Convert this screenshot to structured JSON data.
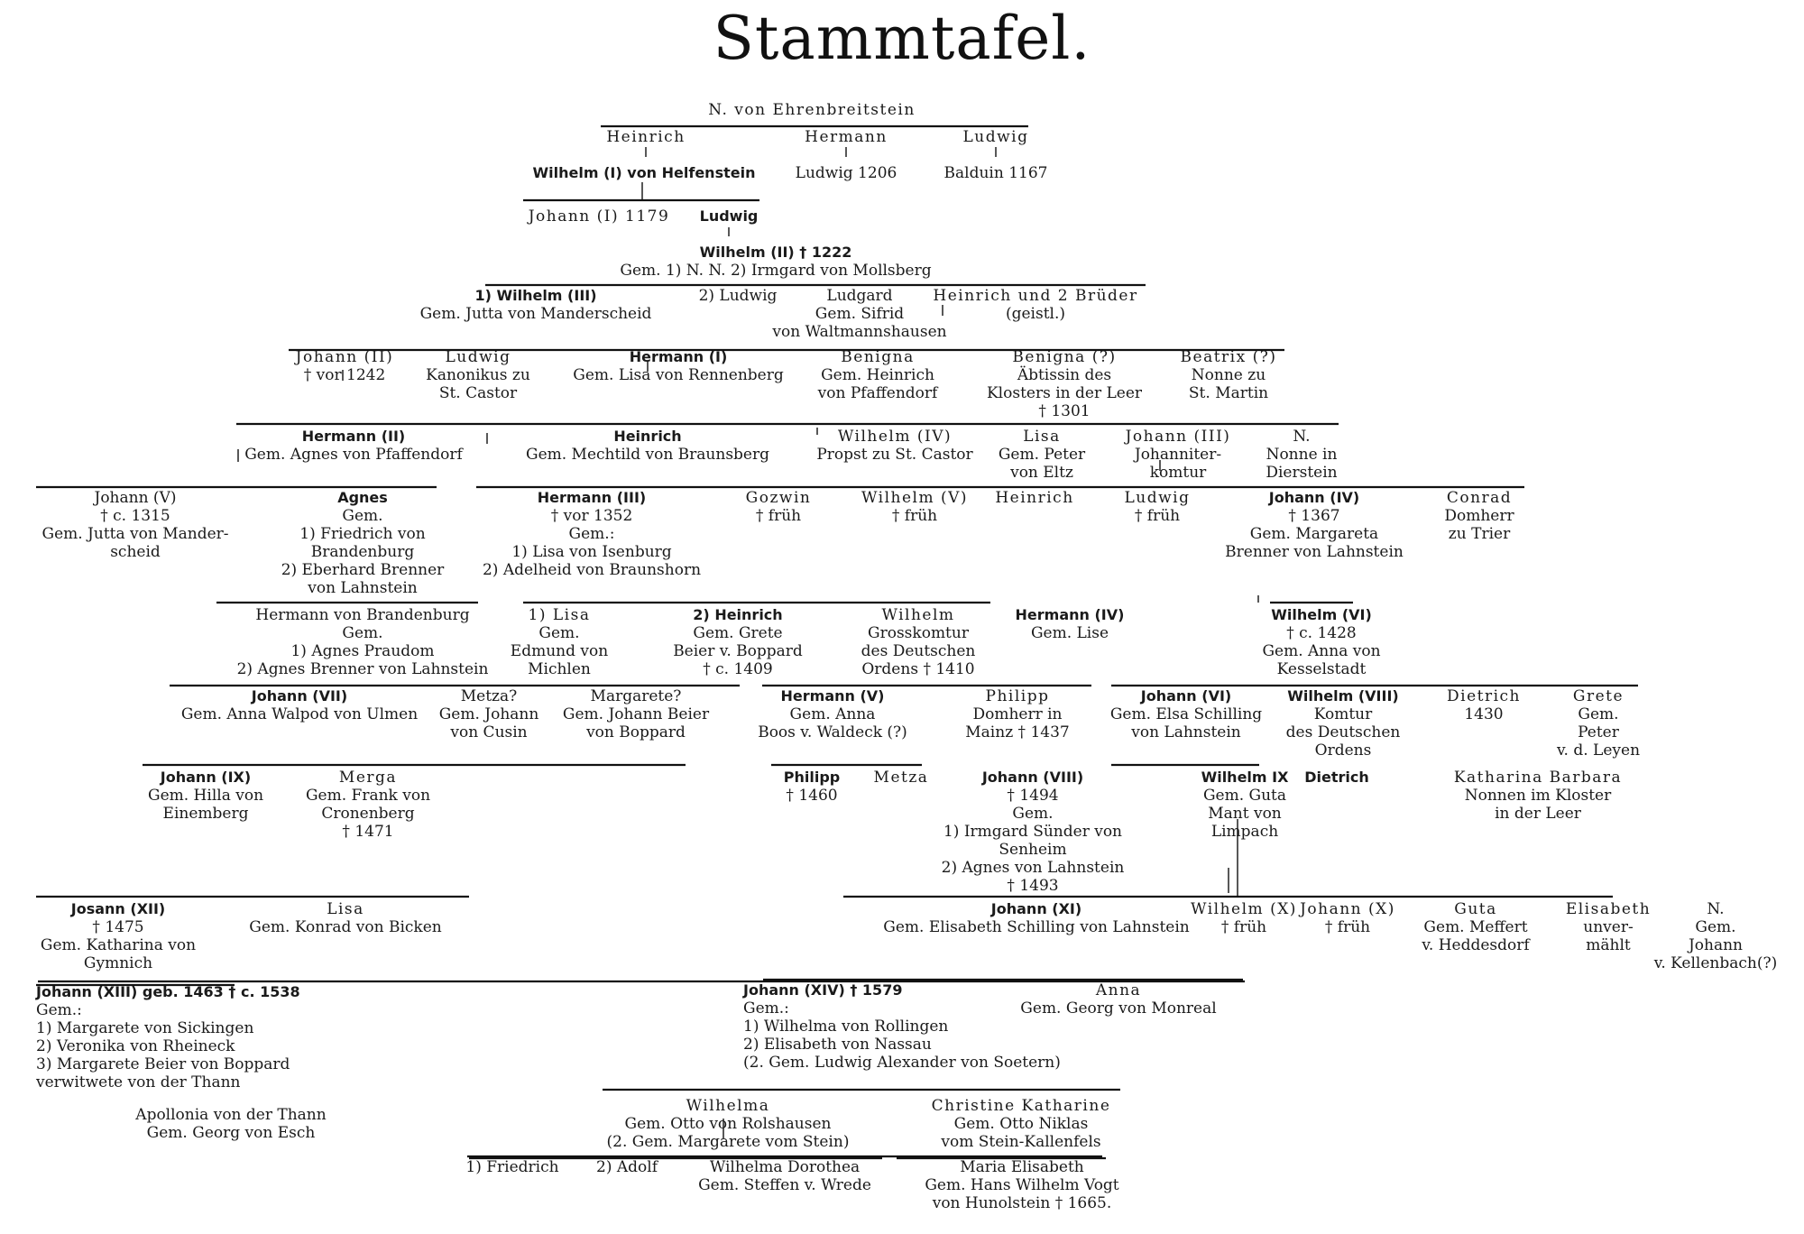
{
  "title": "Stammtafel.",
  "nodes": [
    {
      "lines": [
        "N. von Ehrenbreitstein"
      ],
      "sp": [
        0
      ]
    },
    {
      "lines": [
        "Heinrich"
      ],
      "sp": [
        0
      ]
    },
    {
      "lines": [
        "Hermann"
      ],
      "sp": [
        0
      ]
    },
    {
      "lines": [
        "Ludwig"
      ],
      "sp": [
        0
      ]
    },
    {
      "lines": [
        "Wilhelm (I) von Helfenstein"
      ],
      "bold": [
        0
      ]
    },
    {
      "lines": [
        "Ludwig 1206"
      ]
    },
    {
      "lines": [
        "Balduin 1167"
      ]
    },
    {
      "lines": [
        "Johann (I) 1179"
      ],
      "sp": [
        0
      ]
    },
    {
      "lines": [
        "Ludwig"
      ],
      "bold": [
        0
      ]
    },
    {
      "lines": [
        "Wilhelm (II) † 1222"
      ],
      "bold": [
        0
      ]
    },
    {
      "lines": [
        "Gem. 1) N. N.    2) Irmgard von Mollsberg"
      ]
    },
    {
      "lines": [
        "1) Wilhelm (III)",
        "Gem. Jutta von Manderscheid"
      ],
      "bold": [
        0
      ]
    },
    {
      "lines": [
        "2) Ludwig"
      ]
    },
    {
      "lines": [
        "Ludgard",
        "Gem. Sifrid",
        "von Waltmannshausen"
      ]
    },
    {
      "lines": [
        "Heinrich und 2 Brüder",
        "(geistl.)"
      ],
      "sp": [
        0
      ]
    },
    {
      "lines": [
        "Johann (II)",
        "† vor 1242"
      ],
      "sp": [
        0
      ]
    },
    {
      "lines": [
        "Ludwig",
        "Kanonikus zu",
        "St. Castor"
      ],
      "sp": [
        0
      ]
    },
    {
      "lines": [
        "Hermann (I)",
        "Gem. Lisa von Rennenberg"
      ],
      "bold": [
        0
      ]
    },
    {
      "lines": [
        "Benigna",
        "Gem. Heinrich",
        "von Pfaffendorf"
      ],
      "sp": [
        0
      ]
    },
    {
      "lines": [
        "Benigna (?)",
        "Äbtissin des",
        "Klosters in der Leer",
        "† 1301"
      ],
      "sp": [
        0
      ]
    },
    {
      "lines": [
        "Beatrix (?)",
        "Nonne zu",
        "St. Martin"
      ],
      "sp": [
        0
      ]
    },
    {
      "lines": [
        "Hermann (II)",
        "Gem. Agnes von Pfaffendorf"
      ],
      "bold": [
        0
      ]
    },
    {
      "lines": [
        "Heinrich",
        "Gem. Mechtild von Braunsberg"
      ],
      "bold": [
        0
      ]
    },
    {
      "lines": [
        "Wilhelm (IV)",
        "Propst zu St. Castor"
      ],
      "sp": [
        0
      ]
    },
    {
      "lines": [
        "Lisa",
        "Gem. Peter",
        "von Eltz"
      ],
      "sp": [
        0
      ]
    },
    {
      "lines": [
        "Johann (III)",
        "Johanniter-",
        "komtur"
      ],
      "sp": [
        0
      ]
    },
    {
      "lines": [
        "N.",
        "Nonne in",
        "Dierstein"
      ]
    },
    {
      "lines": [
        "Johann (V)",
        "† c. 1315",
        "Gem. Jutta von Mander-",
        "scheid"
      ]
    },
    {
      "lines": [
        "Agnes",
        "Gem.",
        "1) Friedrich von",
        "Brandenburg",
        "2) Eberhard Brenner",
        "von Lahnstein"
      ],
      "bold": [
        0
      ]
    },
    {
      "lines": [
        "Hermann (III)",
        "† vor 1352",
        "Gem.:",
        "1) Lisa von Isenburg",
        "2) Adelheid von Braunshorn"
      ],
      "bold": [
        0
      ]
    },
    {
      "lines": [
        "Gozwin",
        "† früh"
      ],
      "sp": [
        0
      ]
    },
    {
      "lines": [
        "Wilhelm (V)",
        "† früh"
      ],
      "sp": [
        0
      ]
    },
    {
      "lines": [
        "Heinrich"
      ],
      "sp": [
        0
      ]
    },
    {
      "lines": [
        "Ludwig",
        "† früh"
      ],
      "sp": [
        0
      ]
    },
    {
      "lines": [
        "Johann (IV)",
        "† 1367",
        "Gem. Margareta",
        "Brenner von Lahnstein"
      ],
      "bold": [
        0
      ]
    },
    {
      "lines": [
        "Conrad",
        "Domherr",
        "zu Trier"
      ],
      "sp": [
        0
      ]
    },
    {
      "lines": [
        "Hermann von Brandenburg",
        "Gem.",
        "1) Agnes Praudom",
        "2) Agnes Brenner von Lahnstein"
      ]
    },
    {
      "lines": [
        "1) Lisa",
        "Gem.",
        "Edmund von",
        "Michlen"
      ],
      "sp": [
        0
      ]
    },
    {
      "lines": [
        "2) Heinrich",
        "Gem. Grete",
        "Beier v. Boppard",
        "† c. 1409"
      ],
      "bold": [
        0
      ]
    },
    {
      "lines": [
        "Wilhelm",
        "Grosskomtur",
        "des Deutschen",
        "Ordens † 1410"
      ],
      "sp": [
        0
      ]
    },
    {
      "lines": [
        "Hermann (IV)",
        "Gem. Lise"
      ],
      "bold": [
        0
      ]
    },
    {
      "lines": [
        "Wilhelm (VI)",
        "† c. 1428",
        "Gem. Anna von",
        "Kesselstadt"
      ],
      "bold": [
        0
      ]
    },
    {
      "lines": [
        "Johann (VII)",
        "Gem. Anna Walpod von Ulmen"
      ],
      "bold": [
        0
      ]
    },
    {
      "lines": [
        "Metza?",
        "Gem. Johann",
        "von Cusin"
      ]
    },
    {
      "lines": [
        "Margarete?",
        "Gem. Johann Beier",
        "von Boppard"
      ]
    },
    {
      "lines": [
        "Hermann (V)",
        "Gem. Anna",
        "Boos v. Waldeck (?)"
      ],
      "bold": [
        0
      ]
    },
    {
      "lines": [
        "Philipp",
        "Domherr in",
        "Mainz † 1437"
      ],
      "sp": [
        0
      ]
    },
    {
      "lines": [
        "Johann (VI)",
        "Gem. Elsa Schilling",
        "von Lahnstein"
      ],
      "bold": [
        0
      ]
    },
    {
      "lines": [
        "Wilhelm (VIII)",
        "Komtur",
        "des Deutschen",
        "Ordens"
      ],
      "bold": [
        0
      ]
    },
    {
      "lines": [
        "Dietrich",
        "1430"
      ],
      "sp": [
        0
      ]
    },
    {
      "lines": [
        "Grete",
        "Gem.",
        "Peter",
        "v. d. Leyen"
      ],
      "sp": [
        0
      ]
    },
    {
      "lines": [
        "Johann (IX)",
        "Gem. Hilla von",
        "Einemberg"
      ],
      "bold": [
        0
      ]
    },
    {
      "lines": [
        "Merga",
        "Gem. Frank von",
        "Cronenberg",
        "† 1471"
      ],
      "sp": [
        0
      ]
    },
    {
      "lines": [
        "Philipp",
        "† 1460"
      ],
      "bold": [
        0
      ]
    },
    {
      "lines": [
        "Metza"
      ],
      "sp": [
        0
      ]
    },
    {
      "lines": [
        "Johann (VIII)",
        "† 1494",
        "Gem.",
        "1) Irmgard Sünder von",
        "Senheim",
        "2) Agnes von Lahnstein",
        "† 1493"
      ],
      "bold": [
        0
      ]
    },
    {
      "lines": [
        "Wilhelm IX",
        "Gem. Guta",
        "Mant von",
        "Limpach"
      ],
      "bold": [
        0
      ]
    },
    {
      "lines": [
        "Dietrich"
      ],
      "bold": [
        0
      ]
    },
    {
      "lines": [
        "Katharina   Barbara",
        "Nonnen im Kloster",
        "in der Leer"
      ],
      "sp": [
        0
      ]
    },
    {
      "lines": [
        "Josann (XII)",
        "† 1475",
        "Gem. Katharina von",
        "Gymnich"
      ],
      "bold": [
        0
      ]
    },
    {
      "lines": [
        "Lisa",
        "Gem. Konrad von Bicken"
      ],
      "sp": [
        0
      ]
    },
    {
      "lines": [
        "Johann (XI)",
        "Gem. Elisabeth Schilling von Lahnstein"
      ],
      "bold": [
        0
      ]
    },
    {
      "lines": [
        "Wilhelm (X)",
        "† früh"
      ],
      "sp": [
        0
      ]
    },
    {
      "lines": [
        "Johann (X)",
        "† früh"
      ],
      "sp": [
        0
      ]
    },
    {
      "lines": [
        "Guta",
        "Gem. Meffert",
        "v. Heddesdorf"
      ],
      "sp": [
        0
      ]
    },
    {
      "lines": [
        "Elisabeth",
        "unver-",
        "mählt"
      ],
      "sp": [
        0
      ]
    },
    {
      "lines": [
        "N.",
        "Gem.",
        "Johann",
        "v. Kellenbach(?)"
      ]
    },
    {
      "lines": [
        "Johann (XIII) geb. 1463 † c. 1538",
        "Gem.:",
        "1) Margarete von Sickingen",
        "2) Veronika von Rheineck",
        "3) Margarete Beier von Boppard",
        "    verwitwete von der Thann"
      ],
      "bold": [
        0
      ]
    },
    {
      "lines": [
        "Apollonia von der Thann",
        "Gem. Georg von Esch"
      ]
    },
    {
      "lines": [
        "Johann (XIV) † 1579",
        "Gem.:",
        "1) Wilhelma von Rollingen",
        "2) Elisabeth von Nassau",
        "(2. Gem. Ludwig Alexander von Soetern)"
      ],
      "bold": [
        0
      ]
    },
    {
      "lines": [
        "Anna",
        "Gem. Georg von Monreal"
      ],
      "sp": [
        0
      ]
    },
    {
      "lines": [
        "Wilhelma",
        "Gem. Otto von Rolshausen",
        "(2. Gem. Margarete vom Stein)"
      ],
      "sp": [
        0
      ]
    },
    {
      "lines": [
        "Christine Katharine",
        "Gem. Otto Niklas",
        "vom Stein-Kallenfels"
      ],
      "sp": [
        0
      ]
    },
    {
      "lines": [
        "1) Friedrich"
      ]
    },
    {
      "lines": [
        "2) Adolf"
      ]
    },
    {
      "lines": [
        "Wilhelma Dorothea",
        "Gem. Steffen v. Wrede"
      ]
    },
    {
      "lines": [
        "Maria Elisabeth",
        "Gem. Hans Wilhelm Vogt",
        "von Hunolstein † 1665."
      ]
    }
  ]
}
